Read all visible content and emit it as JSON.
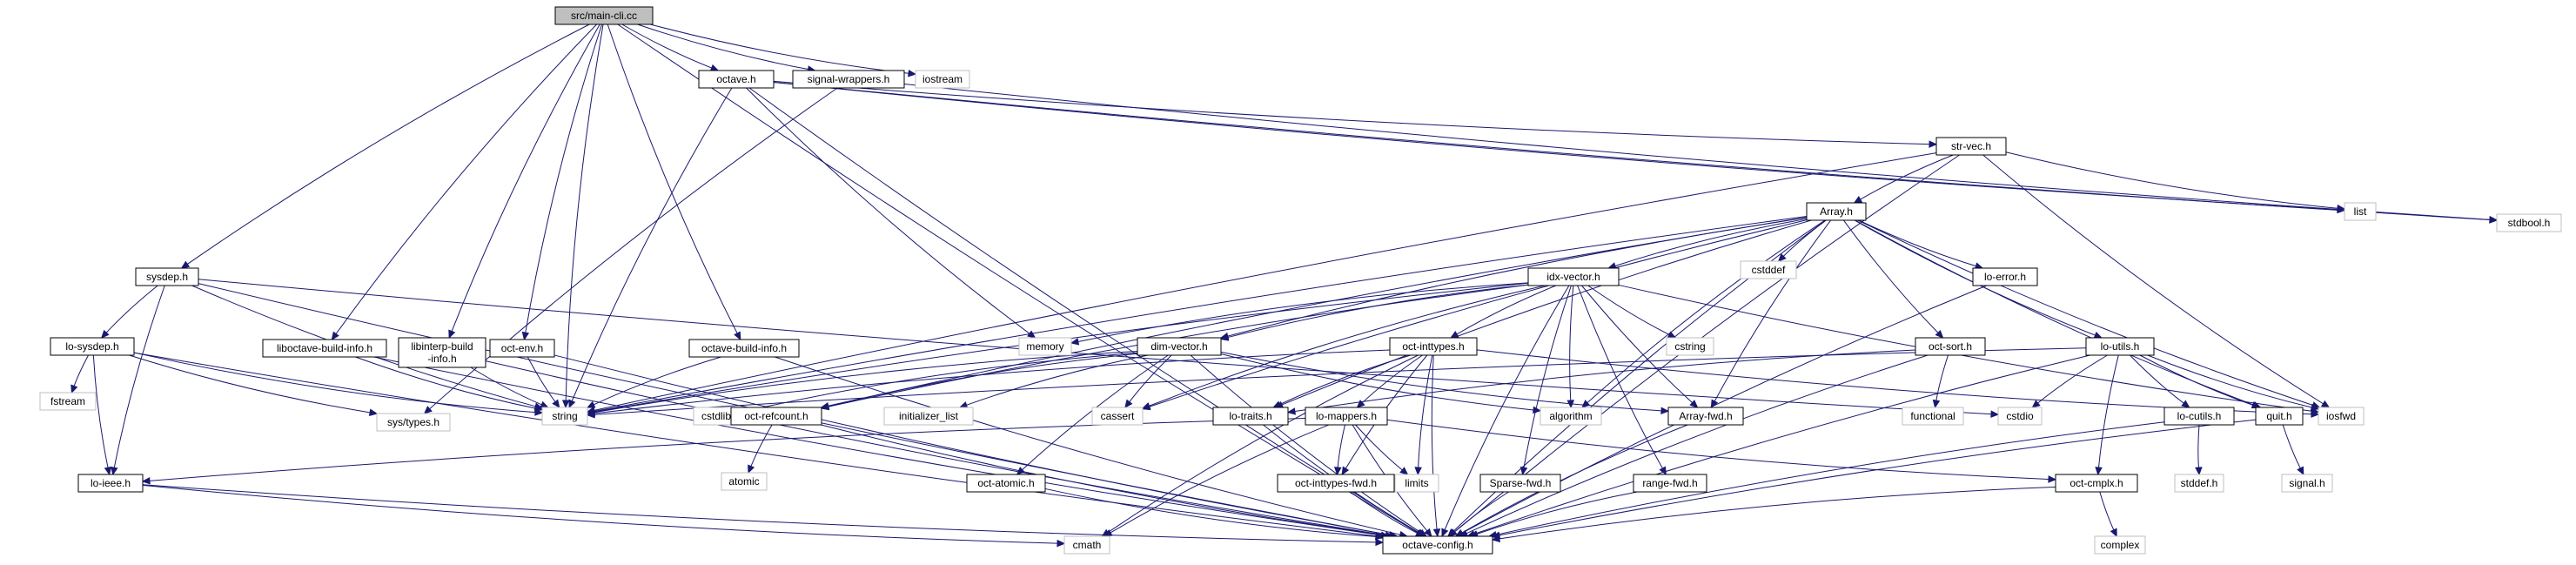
{
  "graph": {
    "nodes": [
      {
        "id": "main",
        "label": "src/main-cli.cc",
        "kind": "root"
      },
      {
        "id": "octave_h",
        "label": "octave.h",
        "kind": "doc"
      },
      {
        "id": "signal_wrappers",
        "label": "signal-wrappers.h",
        "kind": "doc"
      },
      {
        "id": "iostream",
        "label": "iostream",
        "kind": "sys"
      },
      {
        "id": "stdbool",
        "label": "stdbool.h",
        "kind": "sys"
      },
      {
        "id": "str_vec",
        "label": "str-vec.h",
        "kind": "doc"
      },
      {
        "id": "list",
        "label": "list",
        "kind": "sys"
      },
      {
        "id": "array_h",
        "label": "Array.h",
        "kind": "doc"
      },
      {
        "id": "cstddef",
        "label": "cstddef",
        "kind": "sys"
      },
      {
        "id": "idx_vector",
        "label": "idx-vector.h",
        "kind": "doc"
      },
      {
        "id": "lo_error",
        "label": "lo-error.h",
        "kind": "doc"
      },
      {
        "id": "sysdep",
        "label": "sysdep.h",
        "kind": "doc"
      },
      {
        "id": "lo_sysdep",
        "label": "lo-sysdep.h",
        "kind": "doc"
      },
      {
        "id": "fstream",
        "label": "fstream",
        "kind": "sys"
      },
      {
        "id": "sys_types",
        "label": "sys/types.h",
        "kind": "sys"
      },
      {
        "id": "liboctave_bi",
        "label": "liboctave-build-info.h",
        "kind": "doc"
      },
      {
        "id": "libinterp_bi",
        "label": "libinterp-build\n-info.h",
        "kind": "doc"
      },
      {
        "id": "oct_env",
        "label": "oct-env.h",
        "kind": "doc"
      },
      {
        "id": "octave_bi",
        "label": "octave-build-info.h",
        "kind": "doc"
      },
      {
        "id": "string",
        "label": "string",
        "kind": "sys"
      },
      {
        "id": "memory",
        "label": "memory",
        "kind": "sys"
      },
      {
        "id": "dim_vector",
        "label": "dim-vector.h",
        "kind": "doc"
      },
      {
        "id": "cstdlib",
        "label": "cstdlib",
        "kind": "sys"
      },
      {
        "id": "init_list",
        "label": "initializer_list",
        "kind": "sys"
      },
      {
        "id": "oct_refcount",
        "label": "oct-refcount.h",
        "kind": "doc"
      },
      {
        "id": "atomic",
        "label": "atomic",
        "kind": "sys"
      },
      {
        "id": "oct_inttypes",
        "label": "oct-inttypes.h",
        "kind": "doc"
      },
      {
        "id": "cassert",
        "label": "cassert",
        "kind": "sys"
      },
      {
        "id": "lo_traits",
        "label": "lo-traits.h",
        "kind": "doc"
      },
      {
        "id": "lo_mappers",
        "label": "lo-mappers.h",
        "kind": "doc"
      },
      {
        "id": "cstring",
        "label": "cstring",
        "kind": "sys"
      },
      {
        "id": "algorithm",
        "label": "algorithm",
        "kind": "sys"
      },
      {
        "id": "array_fwd",
        "label": "Array-fwd.h",
        "kind": "doc"
      },
      {
        "id": "oct_sort",
        "label": "oct-sort.h",
        "kind": "doc"
      },
      {
        "id": "functional",
        "label": "functional",
        "kind": "sys"
      },
      {
        "id": "cstdio",
        "label": "cstdio",
        "kind": "sys"
      },
      {
        "id": "lo_utils",
        "label": "lo-utils.h",
        "kind": "doc"
      },
      {
        "id": "iosfwd",
        "label": "iosfwd",
        "kind": "sys"
      },
      {
        "id": "lo_cutils",
        "label": "lo-cutils.h",
        "kind": "doc"
      },
      {
        "id": "quit_h",
        "label": "quit.h",
        "kind": "doc"
      },
      {
        "id": "stddef",
        "label": "stddef.h",
        "kind": "sys"
      },
      {
        "id": "signal_h",
        "label": "signal.h",
        "kind": "sys"
      },
      {
        "id": "lo_ieee",
        "label": "lo-ieee.h",
        "kind": "doc"
      },
      {
        "id": "oct_atomic",
        "label": "oct-atomic.h",
        "kind": "doc"
      },
      {
        "id": "oct_inttypes_fwd",
        "label": "oct-inttypes-fwd.h",
        "kind": "doc"
      },
      {
        "id": "limits",
        "label": "limits",
        "kind": "sys"
      },
      {
        "id": "sparse_fwd",
        "label": "Sparse-fwd.h",
        "kind": "doc"
      },
      {
        "id": "range_fwd",
        "label": "range-fwd.h",
        "kind": "doc"
      },
      {
        "id": "oct_cmplx",
        "label": "oct-cmplx.h",
        "kind": "doc"
      },
      {
        "id": "complex",
        "label": "complex",
        "kind": "sys"
      },
      {
        "id": "cmath",
        "label": "cmath",
        "kind": "sys"
      },
      {
        "id": "octave_config",
        "label": "octave-config.h",
        "kind": "doc"
      }
    ],
    "edges": [
      [
        "main",
        "octave_h"
      ],
      [
        "main",
        "signal_wrappers"
      ],
      [
        "main",
        "iostream"
      ],
      [
        "main",
        "sysdep"
      ],
      [
        "main",
        "liboctave_bi"
      ],
      [
        "main",
        "libinterp_bi"
      ],
      [
        "main",
        "oct_env"
      ],
      [
        "main",
        "octave_bi"
      ],
      [
        "main",
        "string"
      ],
      [
        "main",
        "octave_config"
      ],
      [
        "octave_h",
        "str_vec"
      ],
      [
        "octave_h",
        "list"
      ],
      [
        "octave_h",
        "stdbool"
      ],
      [
        "octave_h",
        "string"
      ],
      [
        "octave_h",
        "memory"
      ],
      [
        "octave_h",
        "octave_config"
      ],
      [
        "signal_wrappers",
        "sys_types"
      ],
      [
        "signal_wrappers",
        "stdbool"
      ],
      [
        "str_vec",
        "array_h"
      ],
      [
        "str_vec",
        "list"
      ],
      [
        "str_vec",
        "string"
      ],
      [
        "str_vec",
        "iosfwd"
      ],
      [
        "str_vec",
        "octave_config"
      ],
      [
        "array_h",
        "idx_vector"
      ],
      [
        "array_h",
        "cstddef"
      ],
      [
        "array_h",
        "lo_error"
      ],
      [
        "array_h",
        "dim_vector"
      ],
      [
        "array_h",
        "oct_sort"
      ],
      [
        "array_h",
        "lo_utils"
      ],
      [
        "array_h",
        "oct_refcount"
      ],
      [
        "array_h",
        "lo_traits"
      ],
      [
        "array_h",
        "array_fwd"
      ],
      [
        "array_h",
        "algorithm"
      ],
      [
        "array_h",
        "cassert"
      ],
      [
        "array_h",
        "iosfwd"
      ],
      [
        "array_h",
        "quit_h"
      ],
      [
        "array_h",
        "string"
      ],
      [
        "array_h",
        "octave_config"
      ],
      [
        "idx_vector",
        "memory"
      ],
      [
        "idx_vector",
        "dim_vector"
      ],
      [
        "idx_vector",
        "oct_inttypes"
      ],
      [
        "idx_vector",
        "cstring"
      ],
      [
        "idx_vector",
        "algorithm"
      ],
      [
        "idx_vector",
        "sparse_fwd"
      ],
      [
        "idx_vector",
        "range_fwd"
      ],
      [
        "idx_vector",
        "array_fwd"
      ],
      [
        "idx_vector",
        "oct_refcount"
      ],
      [
        "idx_vector",
        "cassert"
      ],
      [
        "idx_vector",
        "iosfwd"
      ],
      [
        "idx_vector",
        "string"
      ],
      [
        "idx_vector",
        "octave_config"
      ],
      [
        "lo_error",
        "octave_config"
      ],
      [
        "sysdep",
        "lo_sysdep"
      ],
      [
        "sysdep",
        "string"
      ],
      [
        "sysdep",
        "lo_ieee"
      ],
      [
        "sysdep",
        "cstdio"
      ],
      [
        "sysdep",
        "octave_config"
      ],
      [
        "lo_sysdep",
        "fstream"
      ],
      [
        "lo_sysdep",
        "sys_types"
      ],
      [
        "lo_sysdep",
        "string"
      ],
      [
        "lo_sysdep",
        "lo_ieee"
      ],
      [
        "lo_sysdep",
        "octave_config"
      ],
      [
        "liboctave_bi",
        "string"
      ],
      [
        "liboctave_bi",
        "octave_config"
      ],
      [
        "libinterp_bi",
        "string"
      ],
      [
        "libinterp_bi",
        "octave_config"
      ],
      [
        "oct_env",
        "string"
      ],
      [
        "oct_env",
        "octave_config"
      ],
      [
        "octave_bi",
        "string"
      ],
      [
        "octave_bi",
        "octave_config"
      ],
      [
        "dim_vector",
        "cstdlib"
      ],
      [
        "dim_vector",
        "init_list"
      ],
      [
        "dim_vector",
        "oct_refcount"
      ],
      [
        "dim_vector",
        "cassert"
      ],
      [
        "dim_vector",
        "oct_atomic"
      ],
      [
        "dim_vector",
        "string"
      ],
      [
        "dim_vector",
        "algorithm"
      ],
      [
        "dim_vector",
        "array_fwd"
      ],
      [
        "dim_vector",
        "octave_config"
      ],
      [
        "oct_refcount",
        "atomic"
      ],
      [
        "oct_refcount",
        "octave_config"
      ],
      [
        "oct_atomic",
        "octave_config"
      ],
      [
        "oct_inttypes",
        "lo_traits"
      ],
      [
        "oct_inttypes",
        "lo_mappers"
      ],
      [
        "oct_inttypes",
        "oct_inttypes_fwd"
      ],
      [
        "oct_inttypes",
        "limits"
      ],
      [
        "oct_inttypes",
        "cmath"
      ],
      [
        "oct_inttypes",
        "iosfwd"
      ],
      [
        "oct_inttypes",
        "string"
      ],
      [
        "oct_inttypes",
        "octave_config"
      ],
      [
        "lo_mappers",
        "oct_inttypes_fwd"
      ],
      [
        "lo_mappers",
        "limits"
      ],
      [
        "lo_mappers",
        "oct_cmplx"
      ],
      [
        "lo_mappers",
        "lo_ieee"
      ],
      [
        "lo_mappers",
        "cmath"
      ],
      [
        "lo_mappers",
        "octave_config"
      ],
      [
        "oct_inttypes_fwd",
        "octave_config"
      ],
      [
        "sparse_fwd",
        "octave_config"
      ],
      [
        "range_fwd",
        "octave_config"
      ],
      [
        "array_fwd",
        "octave_config"
      ],
      [
        "oct_sort",
        "lo_traits"
      ],
      [
        "oct_sort",
        "functional"
      ],
      [
        "oct_sort",
        "octave_config"
      ],
      [
        "lo_utils",
        "cstdio"
      ],
      [
        "lo_utils",
        "iosfwd"
      ],
      [
        "lo_utils",
        "string"
      ],
      [
        "lo_utils",
        "lo_cutils"
      ],
      [
        "lo_utils",
        "quit_h"
      ],
      [
        "lo_utils",
        "oct_cmplx"
      ],
      [
        "lo_utils",
        "octave_config"
      ],
      [
        "lo_cutils",
        "stddef"
      ],
      [
        "lo_cutils",
        "octave_config"
      ],
      [
        "quit_h",
        "signal_h"
      ],
      [
        "quit_h",
        "octave_config"
      ],
      [
        "oct_cmplx",
        "complex"
      ],
      [
        "oct_cmplx",
        "octave_config"
      ],
      [
        "lo_ieee",
        "cmath"
      ],
      [
        "lo_ieee",
        "octave_config"
      ],
      [
        "lo_traits",
        "octave_config"
      ]
    ]
  }
}
